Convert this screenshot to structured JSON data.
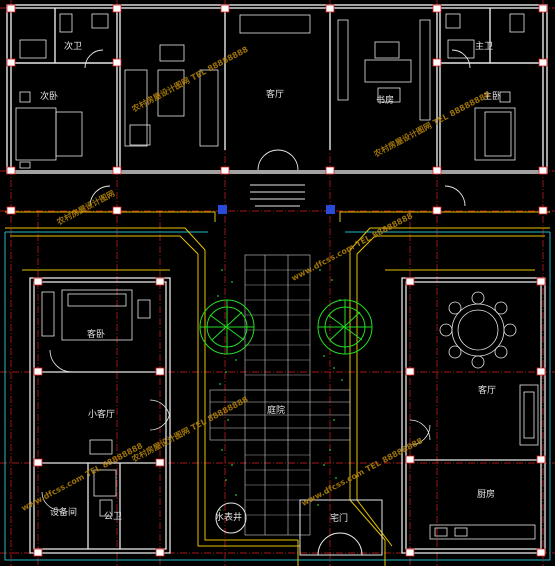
{
  "colors": {
    "wall": "#e8e8e8",
    "grid": "#d92020",
    "gate": "#e6c200",
    "tree": "#22dd22",
    "blue": "#2a4bd8",
    "cyan": "#28b8c8",
    "watermark": "#b8860b"
  },
  "rooms": {
    "ci_wei": "次卫",
    "ci_wo": "次卧",
    "ke_ting_north": "客厅",
    "shu_fang": "书房",
    "zhu_wei": "主卫",
    "zhu_wo": "主卧",
    "ke_wo": "客卧",
    "xiao_ke_ting": "小客厅",
    "ting_yuan": "庭院",
    "ke_ting_east": "客厅",
    "she_bei_jian": "设备间",
    "gong_wei": "公卫",
    "shui_biao_jing": "水表井",
    "zhai_men": "宅门",
    "chu_fang": "厨房"
  },
  "watermarks": {
    "north_center": "农村房屋设计图网 TEL 88888888",
    "north_right": "农村房屋设计图网 TEL 88888888",
    "north_left": "农村房屋设计图网",
    "mid_left": "农村房屋设计图网 TEL 88888888",
    "mid_right": "www.dfcss.com TEL 88888888",
    "south_left": "www.dfcss.com TEL 88888888",
    "south_center": "www.dfcss.com TEL 88888888"
  }
}
